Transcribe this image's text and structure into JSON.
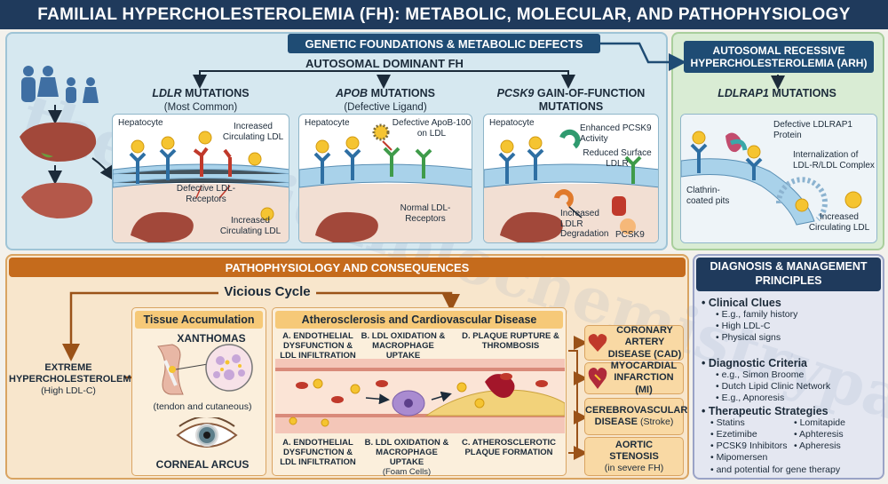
{
  "title": "FAMILIAL HYPERCHOLESTEROLEMIA (FH): METABOLIC, MOLECULAR, AND PATHOPHYSIOLOGY",
  "watermark": "themedicalbiochemistrypage.org",
  "genetic": {
    "header": "GENETIC FOUNDATIONS & METABOLIC DEFECTS",
    "autosomal_dominant": "AUTOSOMAL DOMINANT FH",
    "ldlr": {
      "head_gene": "LDLR",
      "head_rest": " MUTATIONS",
      "sub": "(Most Common)",
      "hepatocyte": "Hepatocyte",
      "increased_top": "Increased Circulating LDL",
      "defective": "Defective LDL-Receptors",
      "increased_bottom": "Increased Circulating LDL"
    },
    "apob": {
      "head_gene": "APOB",
      "head_rest": " MUTATIONS",
      "sub": "(Defective Ligand)",
      "hepatocyte": "Hepatocyte",
      "defective": "Defective ApoB-100 on LDL",
      "normal": "Normal LDL-Receptors"
    },
    "pcsk9": {
      "head_gene": "PCSK9",
      "head_rest": " GAIN-OF-FUNCTION",
      "head_line2": "MUTATIONS",
      "hepatocyte": "Hepatocyte",
      "enhanced": "Enhanced PCSK9 Activity",
      "reduced": "Reduced Surface LDLR",
      "increased": "Increased LDLR Degradation",
      "pcsk9_label": "PCSK9"
    }
  },
  "arh": {
    "header_line1": "AUTOSOMAL RECESSIVE",
    "header_line2": "HYPERCHOLESTEROLEMIA (ARH)",
    "mut_gene": "LDLRAP1",
    "mut_rest": " MUTATIONS",
    "defective": "Defective LDLRAP1 Protein",
    "internalization": "Internalization of LDL-R/LDL Complex",
    "clathrin": "Clathrin-coated pits",
    "increased": "Increased Circulating LDL"
  },
  "patho": {
    "header": "PATHOPHYSIOLOGY AND CONSEQUENCES",
    "vicious": "Vicious Cycle",
    "extreme_line1": "EXTREME",
    "extreme_line2": "HYPERCHOLESTEROLEMIA",
    "extreme_sub": "(High LDL-C)",
    "tissue": "Tissue Accumulation",
    "xanthomas": "XANTHOMAS",
    "tendon": "(tendon and cutaneous)",
    "corneal": "CORNEAL ARCUS",
    "athero": "Atherosclerosis and Cardiovascular Disease",
    "top_a": "A. ENDOTHELIAL DYSFUNCTION & LDL INFILTRATION",
    "top_b": "B. LDL OXIDATION & MACROPHAGE UPTAKE",
    "top_d": "D. PLAQUE RUPTURE & THROMBOSIS",
    "bot_a": "A. ENDOTHELIAL DYSFUNCTION & LDL INFILTRATION",
    "bot_b": "B. LDL OXIDATION & MACROPHAGE UPTAKE",
    "bot_b_sub": "(Foam Cells)",
    "bot_c": "C. ATHEROSCLEROTIC PLAQUE FORMATION",
    "outcomes": [
      {
        "line1": "CORONARY ARTERY",
        "line2": "DISEASE (CAD)",
        "sub": ""
      },
      {
        "line1": "MYOCARDIAL",
        "line2": "INFARCTION (MI)",
        "sub": ""
      },
      {
        "line1": "CEREBROVASCULAR",
        "line2": "DISEASE",
        "sub": "(Stroke)"
      },
      {
        "line1": "AORTIC",
        "line2": "STENOSIS",
        "sub": "(in severe FH)"
      }
    ]
  },
  "diag": {
    "header_line1": "DIAGNOSIS & MANAGEMENT",
    "header_line2": "PRINCIPLES",
    "clinical_head": "• Clinical Clues",
    "clinical": [
      "E.g., family history",
      "High LDL-C",
      "Physical signs"
    ],
    "criteria_head": "• Diagnostic Criteria",
    "criteria": [
      "e.g., Simon Broome",
      "Dutch Lipid Clinic Network",
      "E.g., Apnoresis"
    ],
    "thera_head": "• Therapeutic Strategies",
    "thera_left": [
      "Statins",
      "Ezetimibe",
      "PCSK9 Inhibitors",
      "Mipomersen"
    ],
    "thera_right": [
      "Lomitapide",
      "Aphteresis",
      "Apheresis"
    ],
    "thera_last": "and potential for gene therapy"
  },
  "colors": {
    "navy": "#1f3a5c",
    "blue_panel": "#d6e8f0",
    "green_panel": "#d9ecd4",
    "orange_header": "#c56b1c",
    "ldl_yellow": "#f5c431",
    "receptor_blue": "#2e6fa3",
    "receptor_red": "#c0392b"
  }
}
